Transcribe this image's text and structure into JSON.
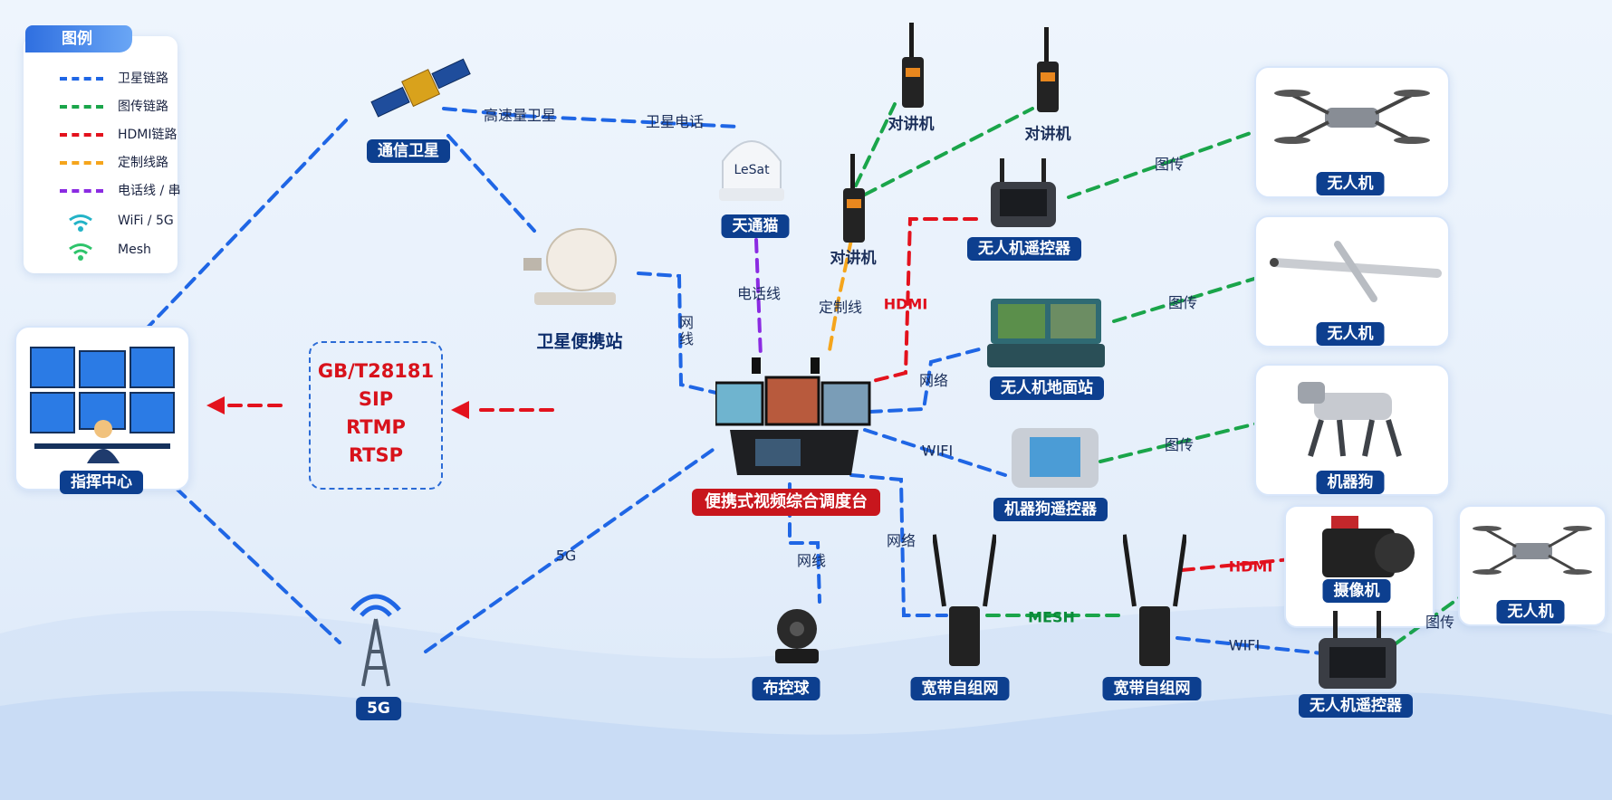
{
  "legend": {
    "title": "图例",
    "items": [
      {
        "label": "卫星链路",
        "color": "#1f66e5"
      },
      {
        "label": "图传链路",
        "color": "#1aa54a"
      },
      {
        "label": "HDMI链路",
        "color": "#e3121d"
      },
      {
        "label": "定制线路",
        "color": "#f5a51c"
      },
      {
        "label": "电话线 / 串",
        "color": "#8b2be2"
      },
      {
        "label": "WiFi / 5G",
        "color": "#23b3c7"
      },
      {
        "label": "Mesh",
        "color": "#2ec46b"
      }
    ]
  },
  "nodes": {
    "command": "指挥中心",
    "satellite": "通信卫星",
    "portable_station": "卫星便携站",
    "tiantong": "天通猫",
    "walkie1": "对讲机",
    "walkie2": "对讲机",
    "walkie3": "对讲机",
    "drone_remote": "无人机遥控器",
    "drone_ground": "无人机地面站",
    "dog_remote": "机器狗遥控器",
    "console": "便携式视频综合调度台",
    "ptz": "布控球",
    "mesh1": "宽带自组网",
    "mesh2": "宽带自组网",
    "camera": "摄像机",
    "drone_remote2": "无人机遥控器",
    "drone1": "无人机",
    "drone2": "无人机",
    "robot_dog": "机器狗",
    "drone3": "无人机",
    "tower": "5G",
    "lesat": "LeSat"
  },
  "protocols": [
    "GB/T28181",
    "SIP",
    "RTMP",
    "RTSP"
  ],
  "links": {
    "high_sat": "高速量卫星",
    "sat_phone": "卫星电话",
    "phone_line": "电话线",
    "custom_line": "定制线",
    "hdmi1": "HDMI",
    "net1": "网线",
    "net2": "网络",
    "wifi1": "WIFI",
    "tx1": "图传",
    "tx2": "图传",
    "tx3": "图传",
    "tx4": "图传",
    "g5": "5G",
    "net3": "网线",
    "net4": "网络",
    "mesh": "MESH",
    "hdmi2": "HDMI",
    "wifi2": "WIFI"
  }
}
